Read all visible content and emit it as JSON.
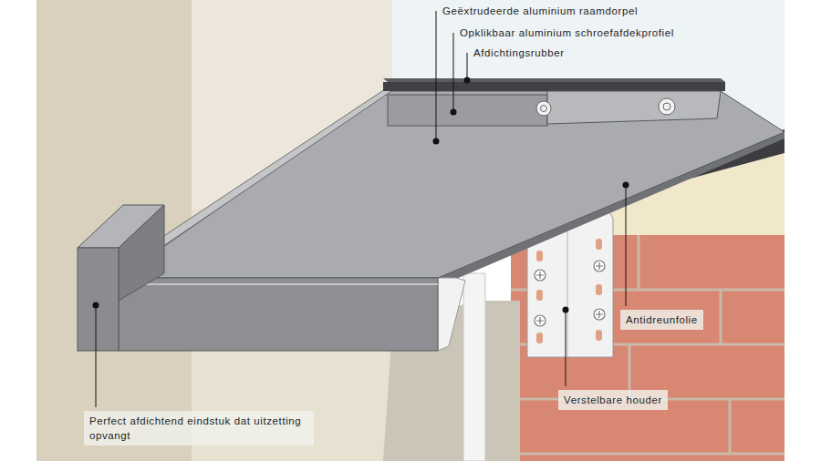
{
  "diagram": {
    "labels": [
      "Geëxtrudeerde aluminium raamdorpel",
      "Opklikbaar aluminium schroefafdekprofiel",
      "Afdichtingsrubber",
      "Antidreunfolie",
      "Verstelbare houder",
      "Perfect afdichtend eindstuk dat uitzetting opvangt"
    ]
  }
}
